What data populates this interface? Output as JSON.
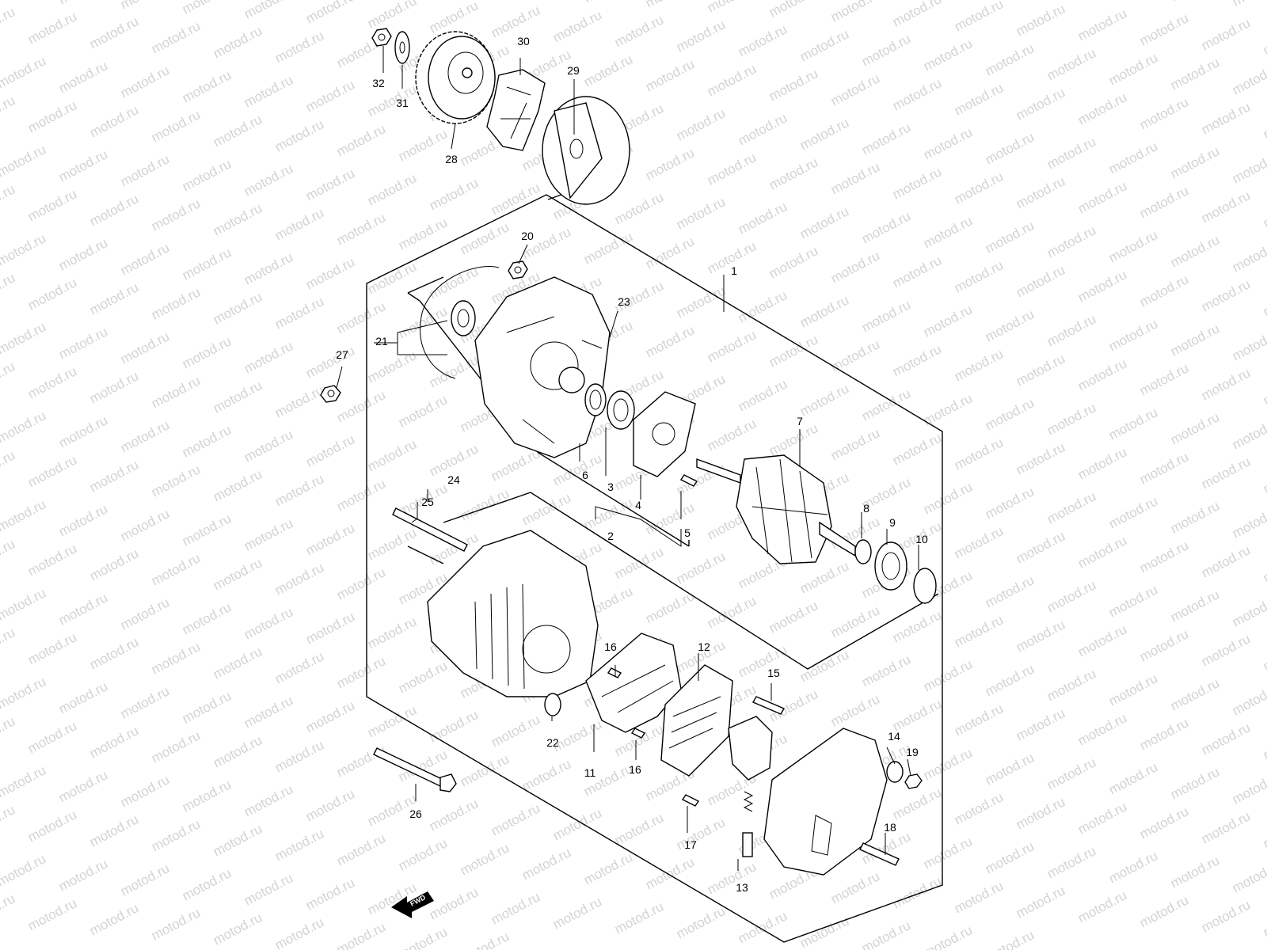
{
  "watermark": {
    "text": "motod.ru",
    "color": "#d3d3d3"
  },
  "fwd_label": "FWD",
  "callouts": [
    {
      "id": "1",
      "label": "1"
    },
    {
      "id": "2",
      "label": "2"
    },
    {
      "id": "3",
      "label": "3"
    },
    {
      "id": "4",
      "label": "4"
    },
    {
      "id": "5",
      "label": "5"
    },
    {
      "id": "6",
      "label": "6"
    },
    {
      "id": "7",
      "label": "7"
    },
    {
      "id": "8",
      "label": "8"
    },
    {
      "id": "9",
      "label": "9"
    },
    {
      "id": "10",
      "label": "10"
    },
    {
      "id": "11",
      "label": "11"
    },
    {
      "id": "12",
      "label": "12"
    },
    {
      "id": "13",
      "label": "13"
    },
    {
      "id": "14",
      "label": "14"
    },
    {
      "id": "15",
      "label": "15"
    },
    {
      "id": "16a",
      "label": "16"
    },
    {
      "id": "16b",
      "label": "16"
    },
    {
      "id": "17",
      "label": "17"
    },
    {
      "id": "18",
      "label": "18"
    },
    {
      "id": "19",
      "label": "19"
    },
    {
      "id": "20",
      "label": "20"
    },
    {
      "id": "21",
      "label": "21"
    },
    {
      "id": "22",
      "label": "22"
    },
    {
      "id": "23",
      "label": "23"
    },
    {
      "id": "24",
      "label": "24"
    },
    {
      "id": "25",
      "label": "25"
    },
    {
      "id": "26",
      "label": "26"
    },
    {
      "id": "27",
      "label": "27"
    },
    {
      "id": "28",
      "label": "28"
    },
    {
      "id": "29",
      "label": "29"
    },
    {
      "id": "30",
      "label": "30"
    },
    {
      "id": "31",
      "label": "31"
    },
    {
      "id": "32",
      "label": "32"
    }
  ]
}
